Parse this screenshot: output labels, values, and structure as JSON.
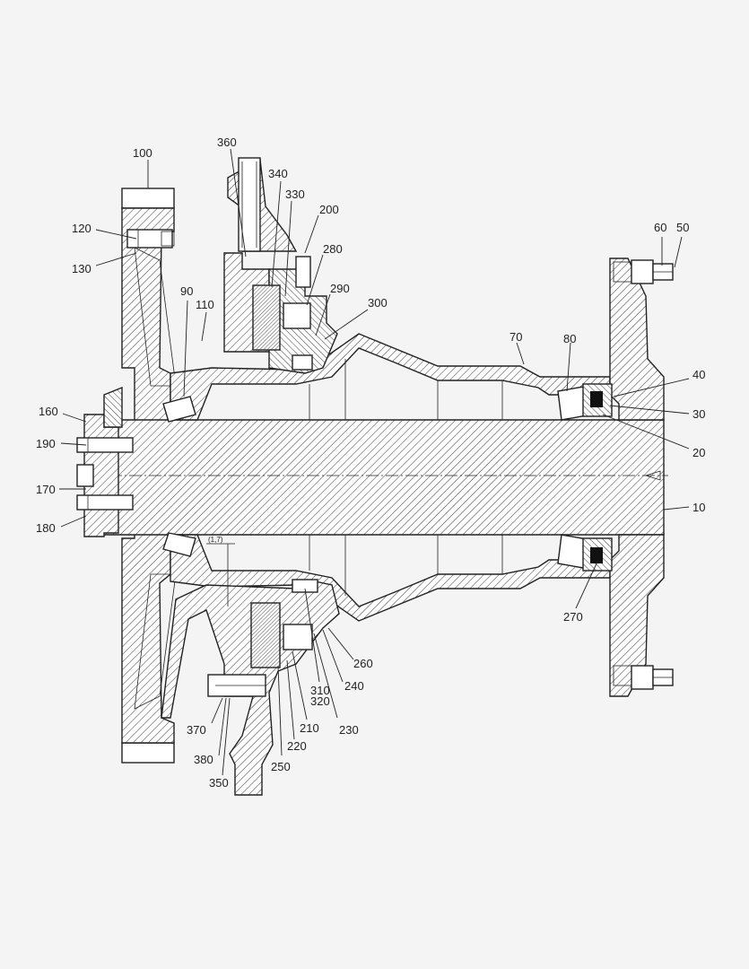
{
  "labels": {
    "p10": "10",
    "p20": "20",
    "p30": "30",
    "p40": "40",
    "p50": "50",
    "p60": "60",
    "p70": "70",
    "p80": "80",
    "p90": "90",
    "p100": "100",
    "p110": "110",
    "p120": "120",
    "p130": "130",
    "p160": "160",
    "p170": "170",
    "p180": "180",
    "p190": "190",
    "p200": "200",
    "p210": "210",
    "p220": "220",
    "p230": "230",
    "p240": "240",
    "p250": "250",
    "p260": "260",
    "p270": "270",
    "p280": "280",
    "p290": "290",
    "p300": "300",
    "p310": "310",
    "p320": "320",
    "p330": "330",
    "p340": "340",
    "p350": "350",
    "p360": "360",
    "p370": "370",
    "p380": "380"
  },
  "dimension_note": "(1,7)",
  "colors": {
    "line": "#222222",
    "background": "#f4f4f4",
    "fill": "#ffffff"
  }
}
